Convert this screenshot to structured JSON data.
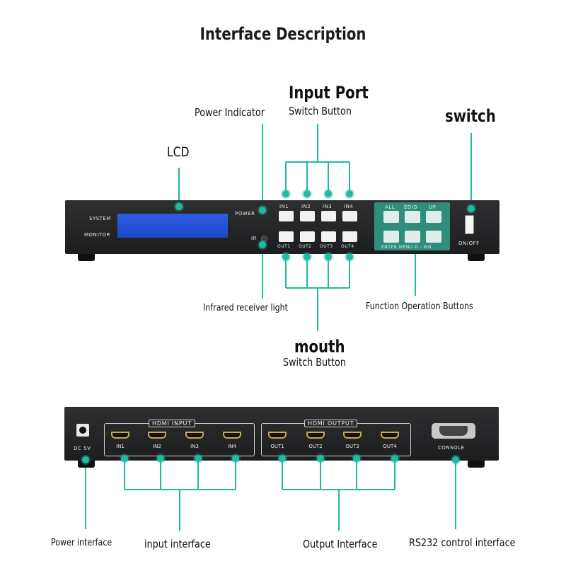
{
  "title": "Interface Description",
  "front_labels": {
    "lcd": "LCD",
    "power_indicator": "Power Indicator",
    "input_port_line1": "Input Port",
    "input_port_line2": "Switch Button",
    "switch": "switch",
    "infrared": "Infrared receiver light",
    "function_ops": "Function Operation Buttons",
    "output_line1": "mouth",
    "output_line2": "Switch Button"
  },
  "front_panel": {
    "system": "SYSTEM",
    "monitor": "MONITOR",
    "power": "POWER",
    "ir": "IR",
    "inputs": [
      "IN1",
      "IN2",
      "IN3",
      "IN4"
    ],
    "outputs": [
      "OUT1",
      "OUT2",
      "OUT3",
      "OUT4"
    ],
    "function_top": [
      "ALL",
      "EDID",
      "UP"
    ],
    "function_bottom": "ENTER  MENU  D - WN",
    "onoff": "ON/OFF"
  },
  "rear_panel": {
    "dc": "DC 5V",
    "hdmi_input": "HDMI INPUT",
    "hdmi_output": "HDMI OUTPUT",
    "inputs": [
      "IN1",
      "IN2",
      "IN3",
      "IN4"
    ],
    "outputs": [
      "OUT1",
      "OUT2",
      "OUT3",
      "OUT4"
    ],
    "console": "CONSOLE"
  },
  "rear_labels": {
    "power": "Power interface",
    "input": "input interface",
    "output": "Output Interface",
    "rs232": "RS232 control interface"
  },
  "accent_color": "#1fbba0"
}
